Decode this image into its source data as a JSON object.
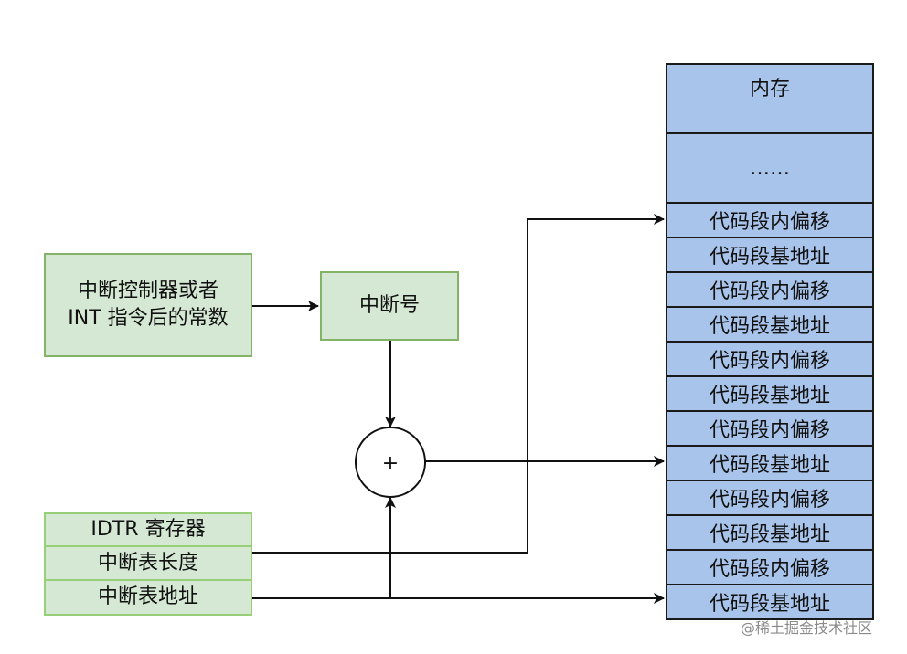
{
  "controller": {
    "line1": "中断控制器或者",
    "line2": "INT 指令后的常数"
  },
  "vector_number": "中断号",
  "adder_symbol": "+",
  "idtr": {
    "title": "IDTR 寄存器",
    "length": "中断表长度",
    "address": "中断表地址"
  },
  "memory": {
    "header": "内存",
    "ellipsis": "……",
    "entries": [
      "代码段内偏移",
      "代码段基地址",
      "代码段内偏移",
      "代码段基地址",
      "代码段内偏移",
      "代码段基地址",
      "代码段内偏移",
      "代码段基地址",
      "代码段内偏移",
      "代码段基地址",
      "代码段内偏移",
      "代码段基地址"
    ]
  },
  "watermark": "@稀土掘金技术社区",
  "colors": {
    "green_fill": "#d5e8d4",
    "green_border": "#82b366",
    "blue_fill": "#a9c4eb",
    "stroke": "#111111"
  }
}
